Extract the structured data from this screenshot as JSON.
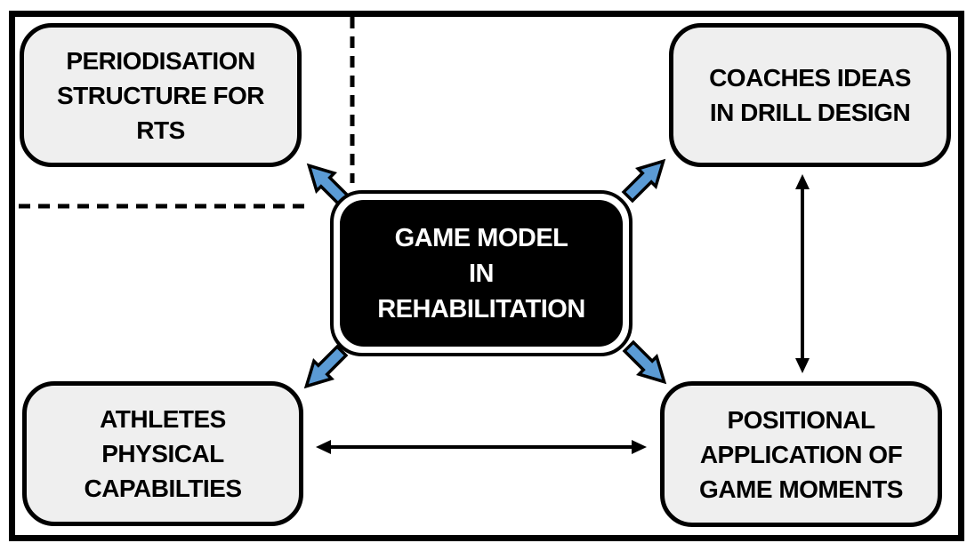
{
  "diagram": {
    "center_node": {
      "text": "GAME MODEL IN REHABILITATION",
      "lines": [
        "GAME MODEL",
        "IN",
        "REHABILITATION"
      ]
    },
    "nodes": {
      "top_left": {
        "text": "PERIODISATION STRUCTURE FOR RTS",
        "lines": [
          "PERIODISATION",
          "STRUCTURE FOR",
          "RTS"
        ]
      },
      "top_right": {
        "text": "COACHES IDEAS IN DRILL DESIGN",
        "lines": [
          "COACHES IDEAS",
          "IN DRILL DESIGN"
        ]
      },
      "bottom_left": {
        "text": "ATHLETES PHYSICAL CAPABILTIES",
        "lines": [
          "ATHLETES",
          "PHYSICAL",
          "CAPABILTIES"
        ]
      },
      "bottom_right": {
        "text": "POSITIONAL APPLICATION OF GAME MOMENTS",
        "lines": [
          "POSITIONAL",
          "APPLICATION OF",
          "GAME MOMENTS"
        ]
      }
    },
    "connectors": [
      {
        "id": "center-to-top-left",
        "type": "block-arrow",
        "from": "center",
        "to": "top_left"
      },
      {
        "id": "center-to-top-right",
        "type": "block-arrow",
        "from": "center",
        "to": "top_right"
      },
      {
        "id": "center-to-bottom-left",
        "type": "block-arrow",
        "from": "center",
        "to": "bottom_left"
      },
      {
        "id": "center-to-bottom-right",
        "type": "block-arrow",
        "from": "center",
        "to": "bottom_right"
      },
      {
        "id": "top-right-to-bottom-right",
        "type": "double-headed-arrow",
        "between": [
          "top_right",
          "bottom_right"
        ]
      },
      {
        "id": "bottom-left-to-bottom-right",
        "type": "double-headed-arrow",
        "between": [
          "bottom_left",
          "bottom_right"
        ]
      },
      {
        "id": "dashed-vertical",
        "type": "dashed-line",
        "orientation": "vertical"
      },
      {
        "id": "dashed-horizontal",
        "type": "dashed-line",
        "orientation": "horizontal"
      }
    ],
    "colors": {
      "arrow_blue": "#5b9bd5",
      "node_fill": "#efefef",
      "line_color": "#000000",
      "center_fill": "#000000",
      "center_text": "#ffffff",
      "background": "#ffffff"
    }
  }
}
